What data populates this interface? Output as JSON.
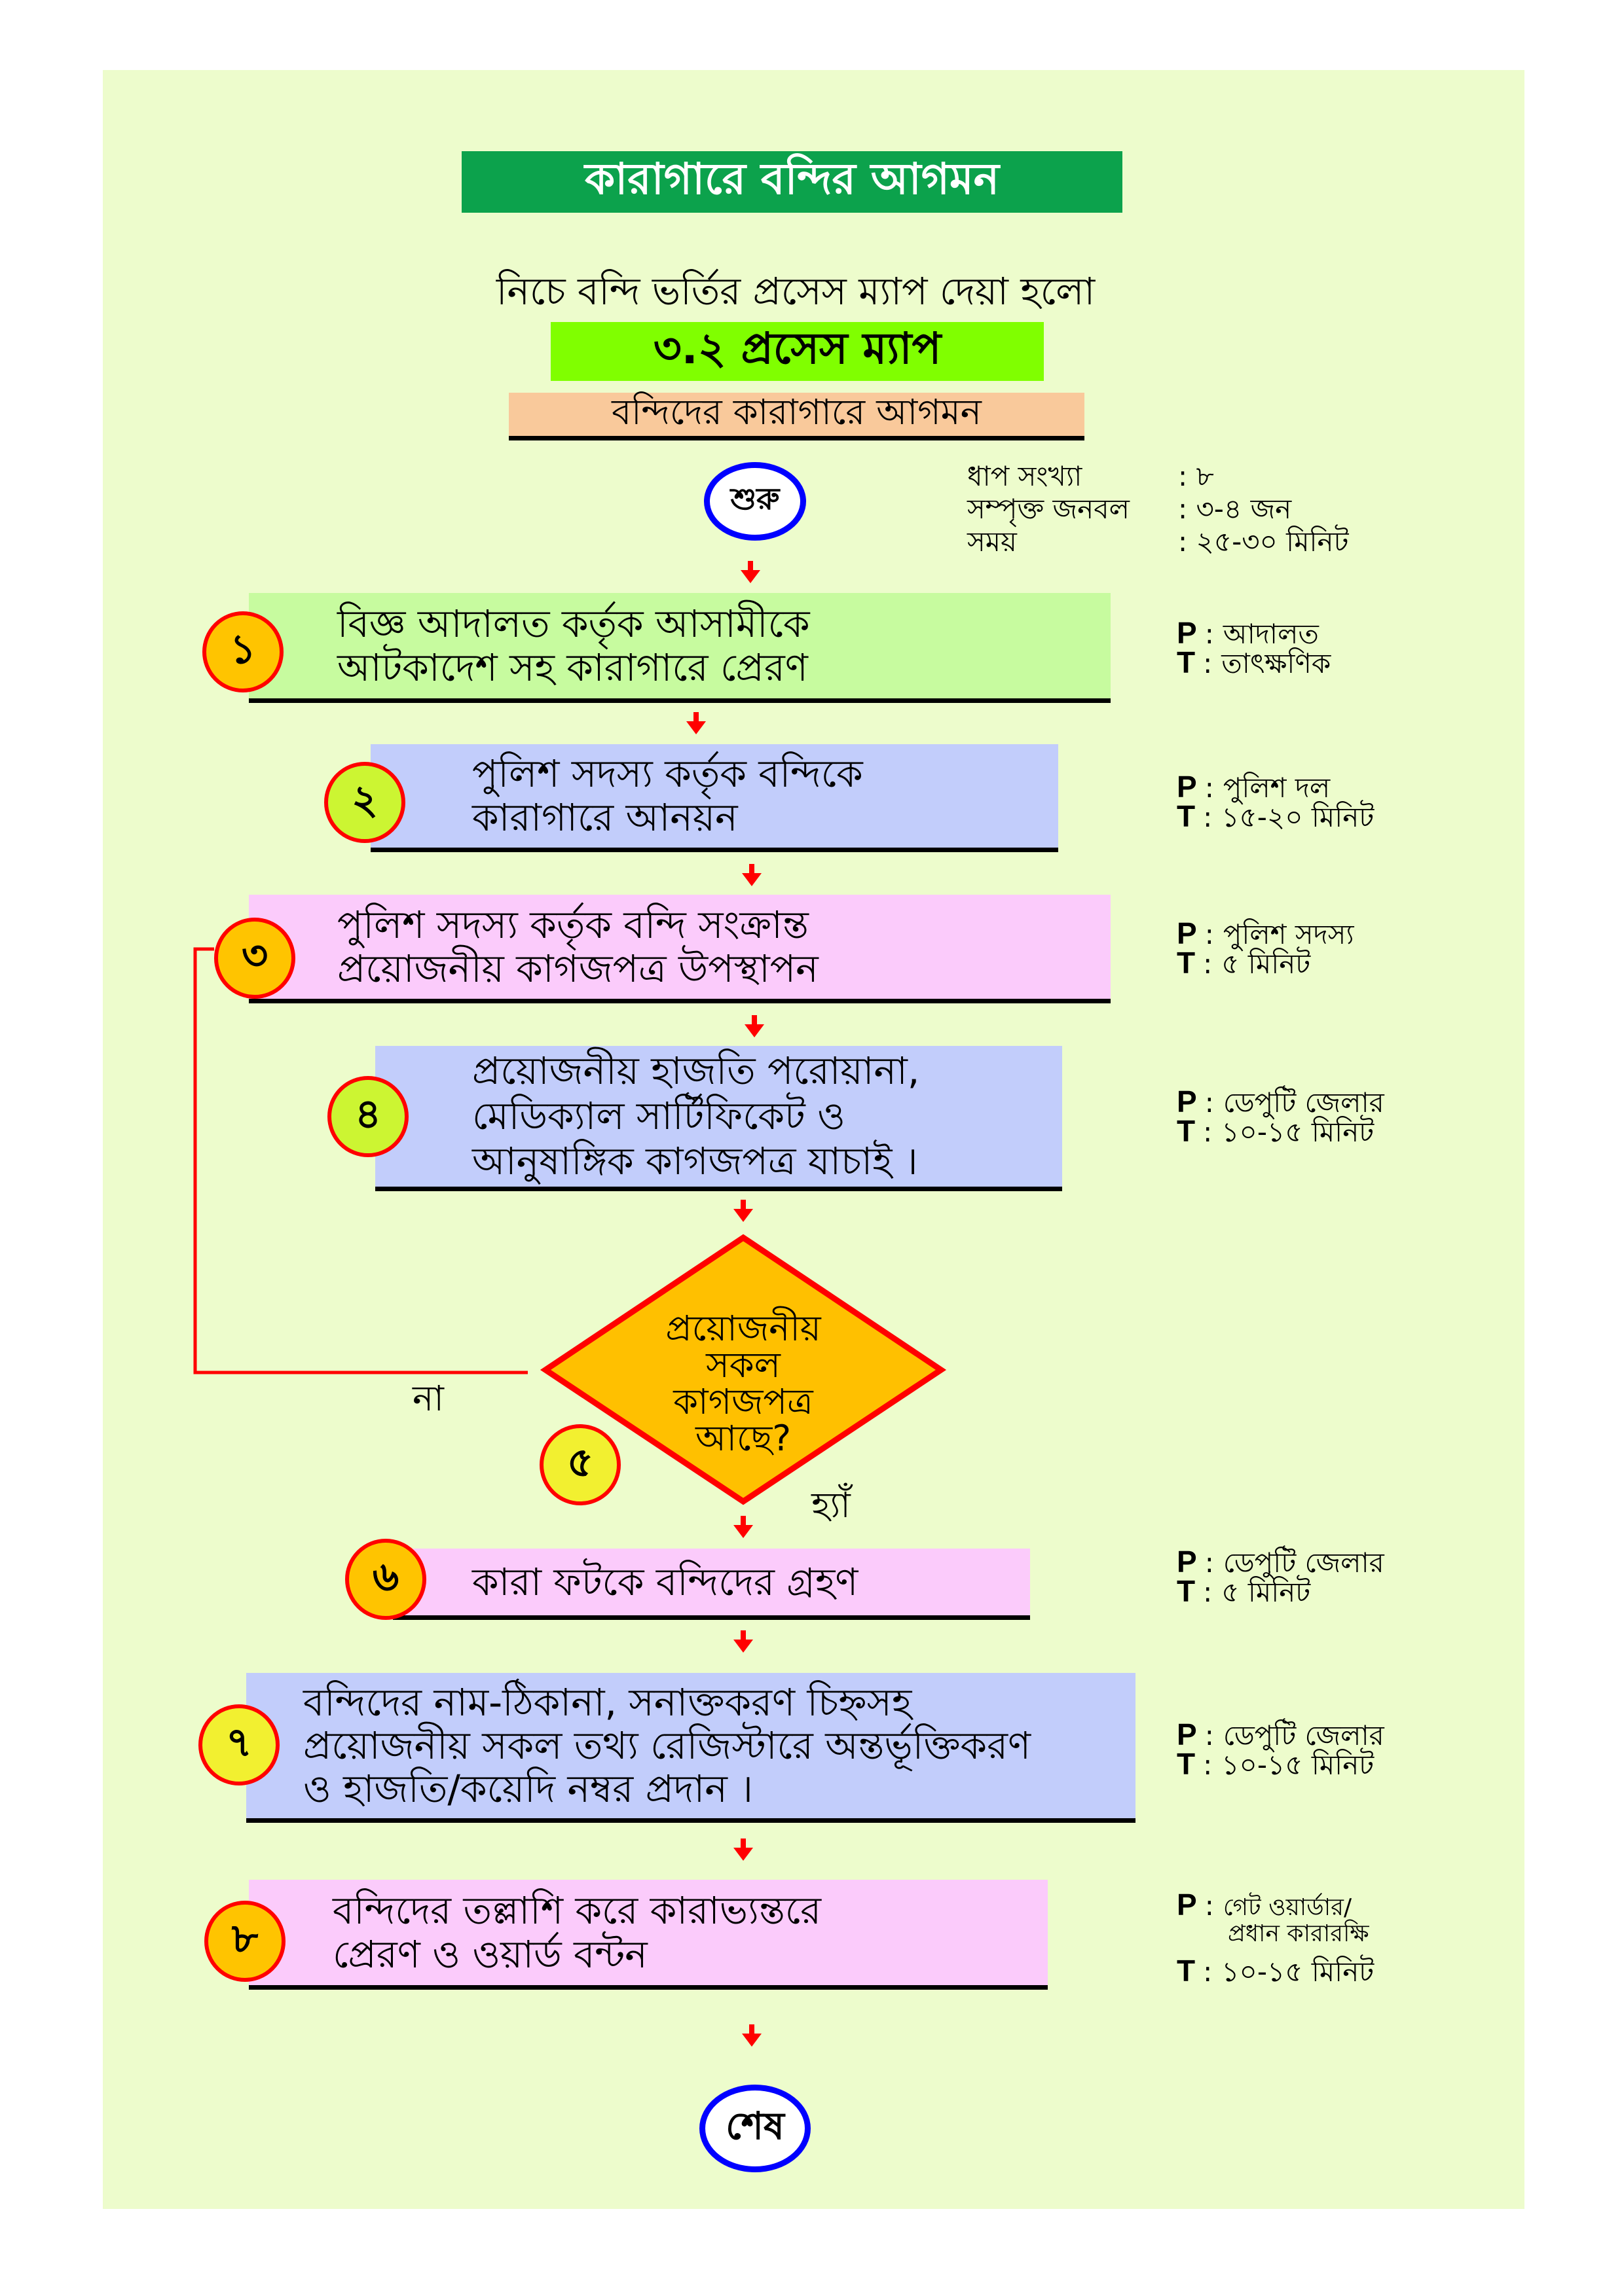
{
  "document": {
    "title": "কারাগারে বন্দির আগমন",
    "intro": "নিচে বন্দি ভর্তির প্রসেস ম্যাপ দেয়া হলো",
    "map_heading": "৩.২ প্রসেস ম্যাপ",
    "process_name": "বন্দিদের কারাগারে আগমন"
  },
  "summary": [
    {
      "label": "ধাপ সংখ্যা",
      "value": ": ৮"
    },
    {
      "label": "সম্পৃক্ত জনবল",
      "value": ": ৩-৪ জন"
    },
    {
      "label": "সময়",
      "value": ": ২৫-৩০ মিনিট"
    }
  ],
  "legend": {
    "p_key": "P",
    "t_key": "T",
    "separator": ":"
  },
  "flow": {
    "start": "শুরু",
    "end": "শেষ",
    "steps": [
      {
        "number": "১",
        "lines": [
          "বিজ্ঞ আদালত কর্তৃক আসামীকে",
          "আটকাদেশ সহ কারাগারে প্রেরণ"
        ],
        "person": "আদালত",
        "time": "তাৎক্ষণিক"
      },
      {
        "number": "২",
        "lines": [
          "পুলিশ সদস্য কর্তৃক বন্দিকে",
          "কারাগারে আনয়ন"
        ],
        "person": "পুলিশ দল",
        "time": "১৫-২০ মিনিট"
      },
      {
        "number": "৩",
        "lines": [
          "পুলিশ সদস্য কর্তৃক বন্দি সংক্রান্ত",
          "প্রয়োজনীয় কাগজপত্র উপস্থাপন"
        ],
        "person": "পুলিশ সদস্য",
        "time": "৫ মিনিট"
      },
      {
        "number": "৪",
        "lines": [
          "প্রয়োজনীয় হাজতি পরোয়ানা,",
          "মেডিক্যাল সার্টিফিকেট ও",
          "আনুষাঙ্গিক কাগজপত্র যাচাই ।"
        ],
        "person": "ডেপুটি জেলার",
        "time": "১০-১৫ মিনিট"
      },
      {
        "number": "৬",
        "lines": [
          "কারা ফটকে বন্দিদের গ্রহণ"
        ],
        "person": "ডেপুটি জেলার",
        "time": "৫ মিনিট"
      },
      {
        "number": "৭",
        "lines": [
          "বন্দিদের নাম-ঠিকানা, সনাক্তকরণ চিহ্নসহ",
          "প্রয়োজনীয় সকল তথ্য রেজিস্টারে অন্তর্ভূক্তিকরণ",
          "ও হাজতি/কয়েদি নম্বর প্রদান ।"
        ],
        "person": "ডেপুটি জেলার",
        "time": "১০-১৫ মিনিট"
      },
      {
        "number": "৮",
        "lines": [
          "বন্দিদের তল্লাশি করে কারাভ্যন্তরে",
          "প্রেরণ ও ওয়ার্ড বন্টন"
        ],
        "person": "গেট ওয়ার্ডার/",
        "person_line2": "প্রধান কারারক্ষি",
        "time": "১০-১৫ মিনিট"
      }
    ],
    "decision": {
      "number": "৫",
      "lines": [
        "প্রয়োজনীয়",
        "সকল",
        "কাগজপত্র",
        "আছে?"
      ],
      "no": "না",
      "yes": "হ্যাঁ"
    }
  },
  "colors": {
    "panel": "#edfccc",
    "title_box": "#0ca24c",
    "map_heading_box": "#80ff00",
    "process_box": "#f9c99b",
    "green_step": "#c7fb9f",
    "blue_step": "#c2cdfb",
    "pink_step": "#fbcbfb",
    "decision": "#ffc000",
    "accent_red": "#ff0000",
    "terminal_border": "#0000ff",
    "number_gold": "#ffc400",
    "number_lime": "#ccf532",
    "number_yellow": "#f2f030"
  }
}
